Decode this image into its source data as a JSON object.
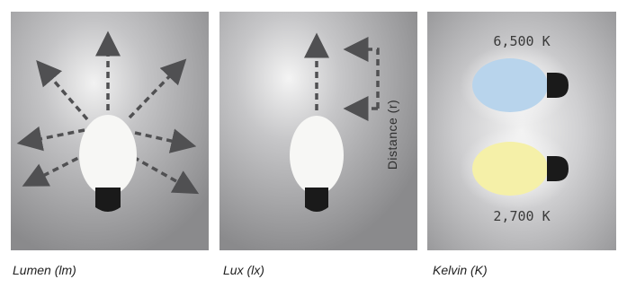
{
  "panels": {
    "lumen": {
      "caption": "Lumen (lm)"
    },
    "lux": {
      "caption": "Lux (lx)",
      "distance_label": "Distance (r)"
    },
    "kelvin": {
      "caption": "Kelvin (K)",
      "cool_temp_label": "6,500 K",
      "warm_temp_label": "2,700 K",
      "cool_color": "#b8d4ec",
      "warm_color": "#f5f0a8"
    }
  },
  "colors": {
    "panel_gray": "#8e8e90",
    "arrow": "#505052",
    "bulb_glass": "#f7f7f5",
    "bulb_base": "#1a1a1a"
  }
}
